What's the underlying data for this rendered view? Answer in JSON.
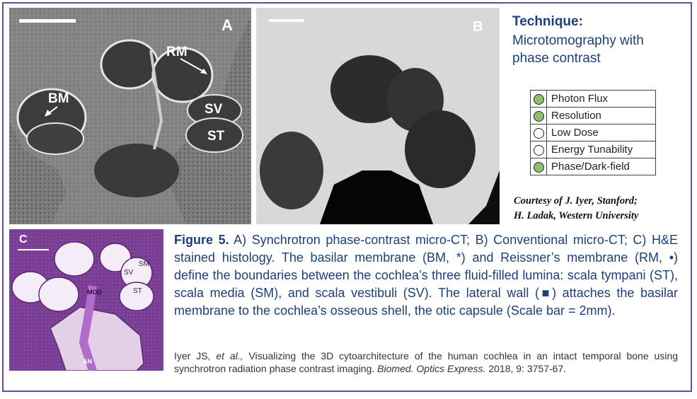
{
  "panels": {
    "a": {
      "letter": "A",
      "labels": {
        "rm": "RM",
        "bm": "BM",
        "sv": "SV",
        "st": "ST"
      }
    },
    "b": {
      "letter": "B"
    },
    "c": {
      "letter": "C",
      "labels": {
        "sm": "SM",
        "sv": "SV",
        "st": "ST",
        "mod": "MOD",
        "an": "AN"
      }
    }
  },
  "technique": {
    "title": "Technique:",
    "name": "Microtomography with phase contrast"
  },
  "metrics": [
    {
      "label": "Photon Flux",
      "color": "#8cc06a"
    },
    {
      "label": "Resolution",
      "color": "#8cc06a"
    },
    {
      "label": "Low Dose",
      "color": "#ffffff"
    },
    {
      "label": "Energy Tunability",
      "color": "#ffffff"
    },
    {
      "label": "Phase/Dark-field",
      "color": "#8cc06a"
    }
  ],
  "courtesy": {
    "line1": "Courtesy of J. Iyer, Stanford;",
    "line2": "H. Ladak, Western University"
  },
  "caption": {
    "label": "Figure 5.",
    "text": " A) Synchrotron phase-contrast micro-CT; B) Conventional micro-CT; C) H&E stained histology. The basilar membrane (BM, *) and Reissner’s membrane (RM, •) define the boundaries between the cochlea’s three fluid-filled lumina: scala tympani (ST), scala media (SM), and scala vestibuli (SV). The lateral wall (■) attaches the basilar membrane to the cochlea’s osseous shell, the otic capsule (Scale bar = 2mm)."
  },
  "citation": {
    "authors": "Iyer JS, ",
    "etal": "et al.,",
    "title": " Visualizing the 3D cytoarchitecture of the human cochlea in an intact temporal bone using synchrotron radiation phase contrast imaging. ",
    "journal": "Biomed. Optics Express.",
    "details": " 2018, 9: 3757-67."
  },
  "colors": {
    "border": "#6a4a9c",
    "text": "#1d3f7a",
    "good": "#8cc06a"
  }
}
